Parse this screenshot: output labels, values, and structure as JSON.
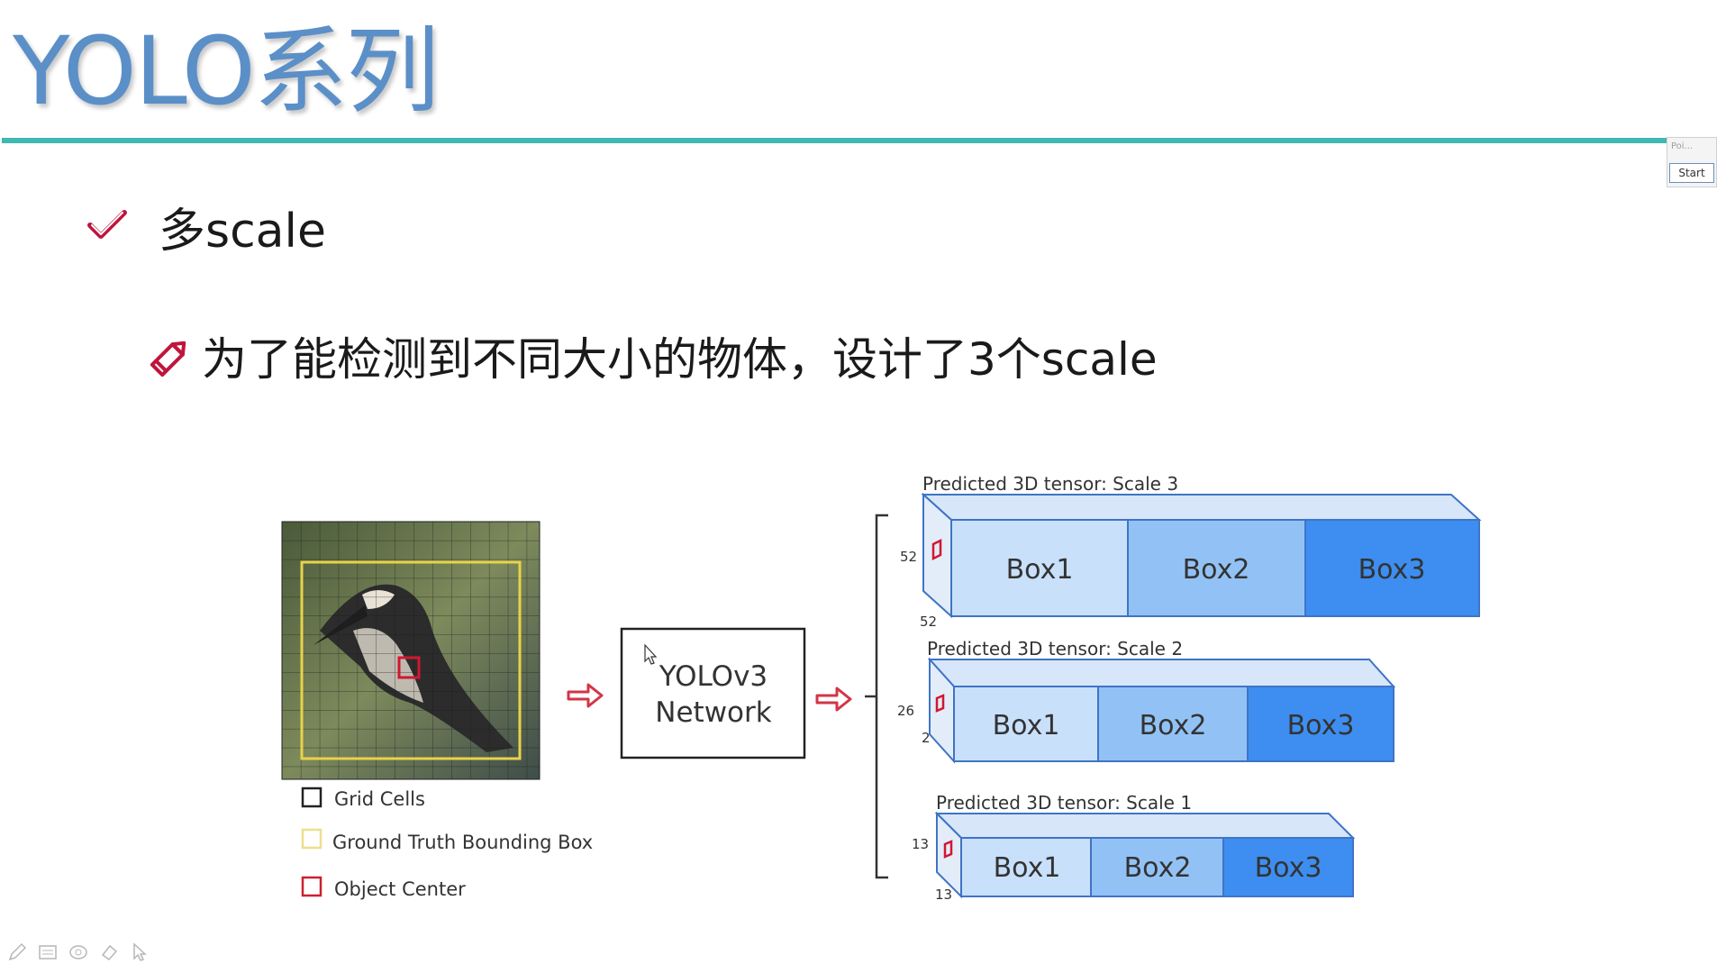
{
  "slide": {
    "title": "YOLO系列",
    "bullet1": "多scale",
    "bullet2": "为了能检测到不同大小的物体，设计了3个scale"
  },
  "widget": {
    "app_label": "Poi...",
    "start_label": "Start"
  },
  "diagram": {
    "legend": {
      "grid_cells": "Grid Cells",
      "ground_truth": "Ground Truth Bounding Box",
      "object_center": "Object Center"
    },
    "network": {
      "line1": "YOLOv3",
      "line2": "Network"
    },
    "scale3": {
      "title": "Predicted 3D tensor: Scale 3",
      "dim_v": "52",
      "dim_h": "52",
      "boxes": [
        "Box1",
        "Box2",
        "Box3"
      ]
    },
    "scale2": {
      "title": "Predicted 3D tensor: Scale 2",
      "dim_v": "26",
      "dim_h": "2",
      "boxes": [
        "Box1",
        "Box2",
        "Box3"
      ]
    },
    "scale1": {
      "title": "Predicted 3D tensor: Scale 1",
      "dim_v": "13",
      "dim_h": "13",
      "boxes": [
        "Box1",
        "Box2",
        "Box3"
      ]
    }
  },
  "colors": {
    "title": "#5b8fc7",
    "rule": "#3fb9b1",
    "accent_red": "#c0143c",
    "box1": "#c9e0fb",
    "box2": "#92c2f5",
    "box3": "#3d8ef0",
    "tensor_top": "#d7e6f9",
    "tensor_side": "#e3edf9",
    "tensor_border": "#3f74c6"
  }
}
